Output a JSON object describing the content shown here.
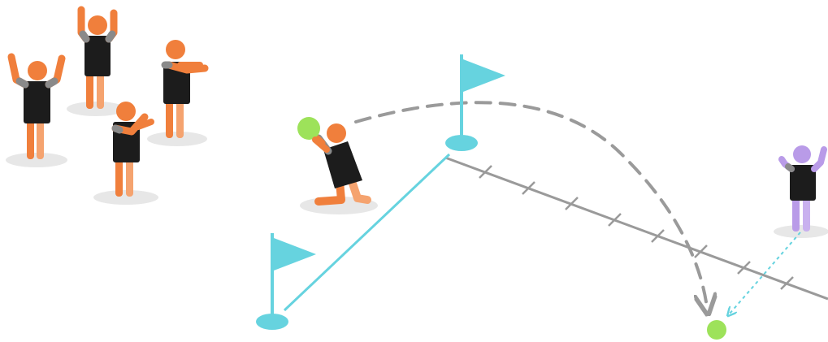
{
  "colors": {
    "background": "#ffffff",
    "skin": "#f07f3c",
    "skin_light": "#f5a36f",
    "shirt": "#1c1c1c",
    "sleeve": "#8a8a8a",
    "shadow": "#e7e7e7",
    "flag": "#66d3df",
    "ball": "#9de25a",
    "purple": "#b99be8",
    "path": "#9a9a9a"
  },
  "figures": [
    {
      "name": "player-arms-up-left",
      "pose": "arms-up",
      "color": "orange"
    },
    {
      "name": "player-arms-up-back",
      "pose": "arms-up",
      "color": "orange"
    },
    {
      "name": "player-arms-forward",
      "pose": "arms-forward",
      "color": "orange"
    },
    {
      "name": "player-arms-bent",
      "pose": "arms-bent",
      "color": "orange"
    },
    {
      "name": "player-throwing",
      "pose": "kneeling-throw",
      "color": "orange"
    },
    {
      "name": "player-receiver",
      "pose": "arms-up",
      "color": "purple"
    }
  ],
  "flags": [
    {
      "name": "flag-near",
      "icon": "flag-icon"
    },
    {
      "name": "flag-far",
      "icon": "flag-icon"
    }
  ],
  "balls": [
    {
      "name": "ball-in-hand"
    },
    {
      "name": "ball-landed"
    }
  ],
  "paths": [
    {
      "name": "throw-arc",
      "style": "dashed"
    },
    {
      "name": "flag-line",
      "style": "solid"
    },
    {
      "name": "measuring-line",
      "style": "ticked"
    },
    {
      "name": "receiver-pointer",
      "style": "dotted"
    }
  ]
}
